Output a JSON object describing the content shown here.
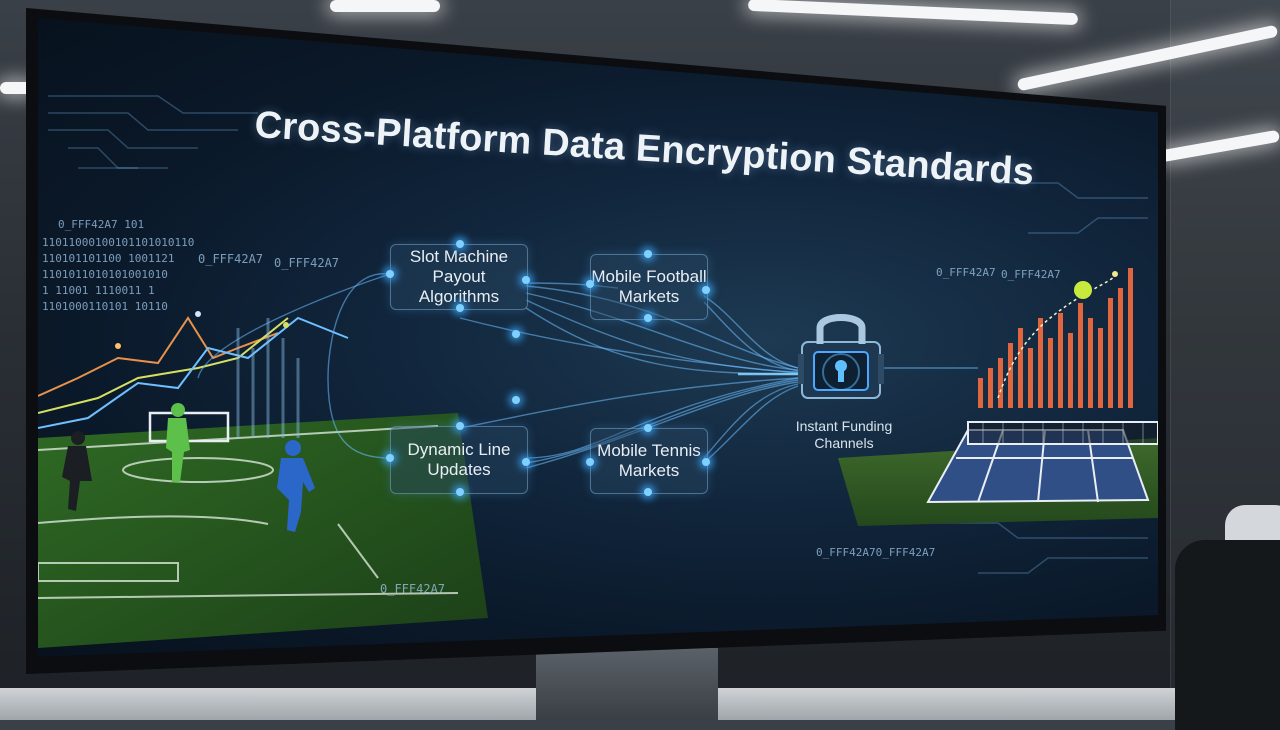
{
  "title": "Cross-Platform Data Encryption Standards",
  "boxes": {
    "slot": "Slot Machine Payout Algorithms",
    "football": "Mobile Football Markets",
    "dynamic": "Dynamic Line Updates",
    "tennis": "Mobile Tennis Markets"
  },
  "lock_label": "Instant Funding Channels",
  "hex_codes": {
    "left_a": "0_FFF42A7  101",
    "left_b": "0_FFF42A7",
    "left_c": "0_FFF42A7",
    "right_a": "0_FFF42A7",
    "right_b": "0_FFF42A7",
    "bottom_left": "0_FFF42A7",
    "bottom_right": "0_FFF42A70_FFF42A7"
  },
  "binary_rows": [
    "11011000100101101010110",
    "110101101100  1001121",
    "1101011010101001010",
    "1  11001    1110011  1",
    "1101000110101  10110"
  ],
  "icons": [
    "padlock-icon"
  ],
  "colors": {
    "accent": "#7fd0ff",
    "title": "#eef3f7",
    "bars": "#e0663f",
    "field": "#3f7a2c",
    "court": "#2f4f86"
  }
}
